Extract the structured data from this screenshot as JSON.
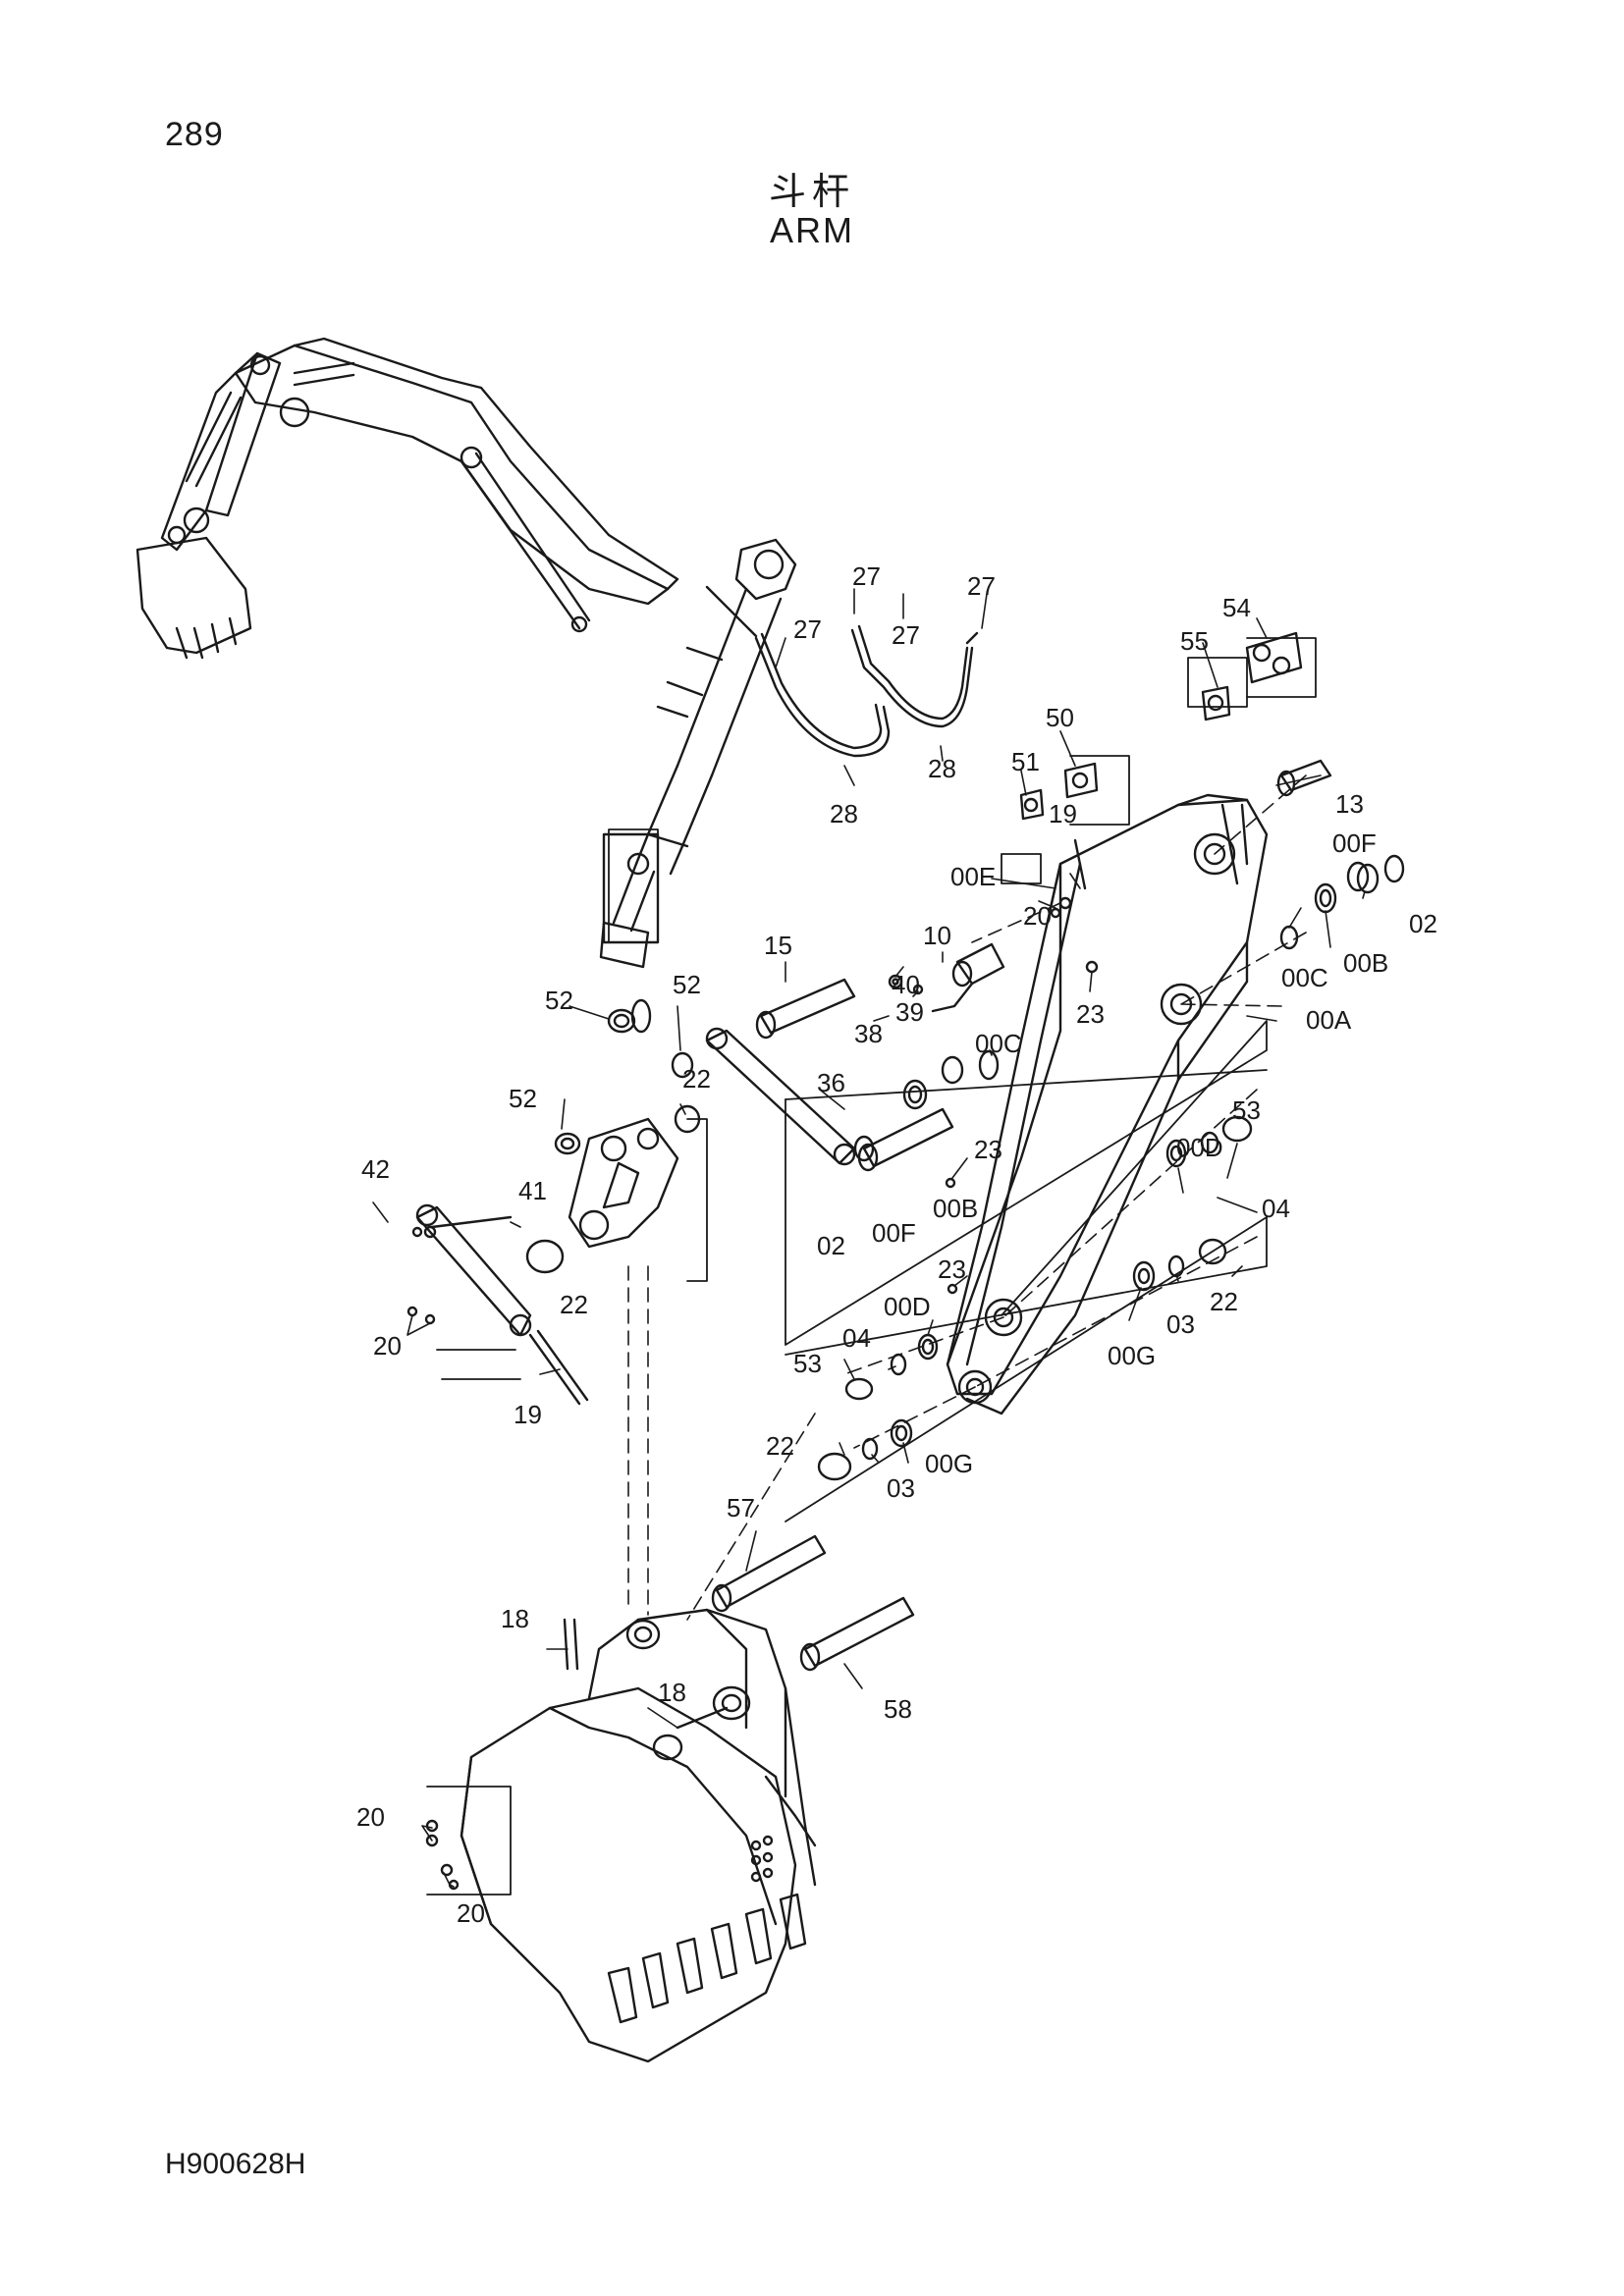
{
  "page": {
    "page_number": "289",
    "title_cn": "斗杆",
    "title_en": "ARM",
    "document_code": "H900628H"
  },
  "labels": {
    "p00A": "00A",
    "p00B_r": "00B",
    "p00C_r": "00C",
    "p00F_r": "00F",
    "p02_r": "02",
    "p00E": "00E",
    "p10": "10",
    "p13": "13",
    "p15": "15",
    "p19_top": "19",
    "p20_top": "20",
    "p23_top": "23",
    "p27_a": "27",
    "p27_b": "27",
    "p27_c": "27",
    "p27_d": "27",
    "p28_a": "28",
    "p28_b": "28",
    "p36": "36",
    "p38": "38",
    "p39": "39",
    "p40": "40",
    "p41": "41",
    "p42": "42",
    "p50": "50",
    "p51": "51",
    "p54": "54",
    "p55": "55",
    "p52_a": "52",
    "p52_b": "52",
    "p52_c": "52",
    "p22_a": "22",
    "p22_b": "22",
    "p00C_m": "00C",
    "p00B_m": "00B",
    "p00F_m": "00F",
    "p02_m": "02",
    "p23_m": "23",
    "p23_l": "23",
    "p00D_r": "00D",
    "p53_r": "53",
    "p04_r": "04",
    "p00G_r": "00G",
    "p03_r": "03",
    "p22_r": "22",
    "p00D_l": "00D",
    "p04_l": "04",
    "p53_l": "53",
    "p22_l": "22",
    "p03_l": "03",
    "p00G_l": "00G",
    "p20_link": "20",
    "p19_link": "19",
    "p57": "57",
    "p58": "58",
    "p18_a": "18",
    "p18_b": "18",
    "p20_b1": "20",
    "p20_b2": "20"
  },
  "colors": {
    "ink": "#1a1a1a",
    "paper": "#ffffff"
  }
}
